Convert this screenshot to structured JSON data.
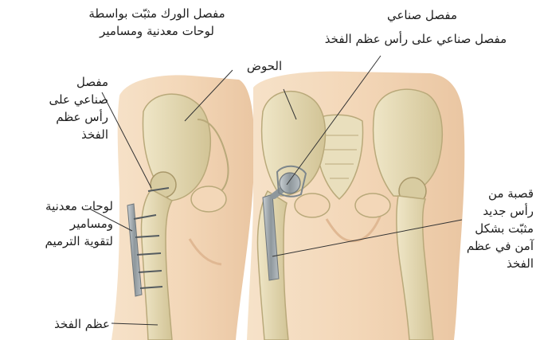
{
  "labels": {
    "fixed_hip_title": "مفصل الورك مثبّت بواسطة\nلوحات معدنية ومسامير",
    "artificial_joint_title": "مفصل صناعي",
    "artificial_joint_sub": "مفصل صناعي على رأس عظم الفخذ",
    "pelvis": "الحوض",
    "joint_left": "مفصل\nصناعي على\nرأس عظم\nالفخذ",
    "plates_screws": "لوحات معدنية\nومسامير\nلتقوية الترميم",
    "femur": "عظم الفخذ",
    "stem": "قصبة من\nرأس جديد\nمثبّت بشكل\nآمن في عظم\nالفخذ"
  },
  "colors": {
    "skin": "#f3d7b8",
    "skin_shadow": "#e2b995",
    "bone": "#e6dcb9",
    "bone_shadow": "#c9bb8e",
    "metal": "#9aa3a8",
    "leader": "#333333"
  }
}
